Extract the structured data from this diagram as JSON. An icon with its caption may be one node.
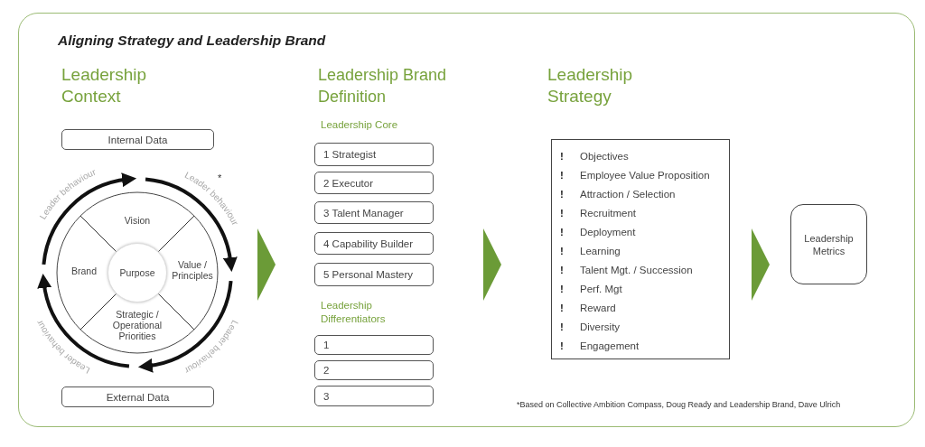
{
  "diagram": {
    "title": "Aligning Strategy and Leadership Brand",
    "nodes": [
      {
        "text": [
          "Internal Data"
        ]
      },
      {
        "text": [],
        "shape": "circle"
      },
      {
        "text": [
          "Vision"
        ],
        "in": 1
      },
      {
        "text": [
          "Brand"
        ],
        "in": 1
      },
      {
        "text": [
          "Purpose"
        ],
        "in": 1
      },
      {
        "text": [
          "Value / Principles"
        ],
        "in": 1
      },
      {
        "text": [
          "Strategic / Operational Priorities"
        ],
        "in": 1
      },
      {
        "text": [
          "External Data"
        ]
      },
      {
        "text": [
          "1 Strategist"
        ]
      },
      {
        "text": [
          "2 Executor"
        ]
      },
      {
        "text": [
          "3 Talent Manager"
        ]
      },
      {
        "text": [
          "4 Capability Builder"
        ]
      },
      {
        "text": [
          "5 Personal Mastery"
        ]
      },
      {
        "text": [
          "1"
        ]
      },
      {
        "text": [
          "2"
        ]
      },
      {
        "text": [
          "3"
        ]
      },
      {
        "text": [
          "! Objectives",
          "! Employee Value Proposition",
          "! Attraction / Selection",
          "! Recruitment",
          "! Deployment",
          "! Learning",
          "! Talent Mgt. / Succession",
          "! Perf. Mgt",
          "! Reward",
          "! Diversity",
          "! Engagement"
        ]
      },
      {
        "text": [
          "Leadership Metrics"
        ]
      }
    ],
    "edges": [
      {
        "from": 1,
        "to": 11,
        "arrow": "to"
      },
      {
        "from": 11,
        "to": 16,
        "arrow": "to"
      },
      {
        "from": 16,
        "to": 17,
        "arrow": "to"
      }
    ],
    "labels": [
      "Leadership Context",
      "Leadership Brand Definition",
      "Leadership Strategy",
      "Leadership Core",
      "Leadership Differentiators",
      "Leader behaviour",
      "Leader behaviour",
      "*",
      "Leader behaviour",
      "Leader behaviour"
    ],
    "caption": "*Based on Collective Ambition Compass, Doug Ready and Leadership Brand, Dave Ulrich"
  }
}
